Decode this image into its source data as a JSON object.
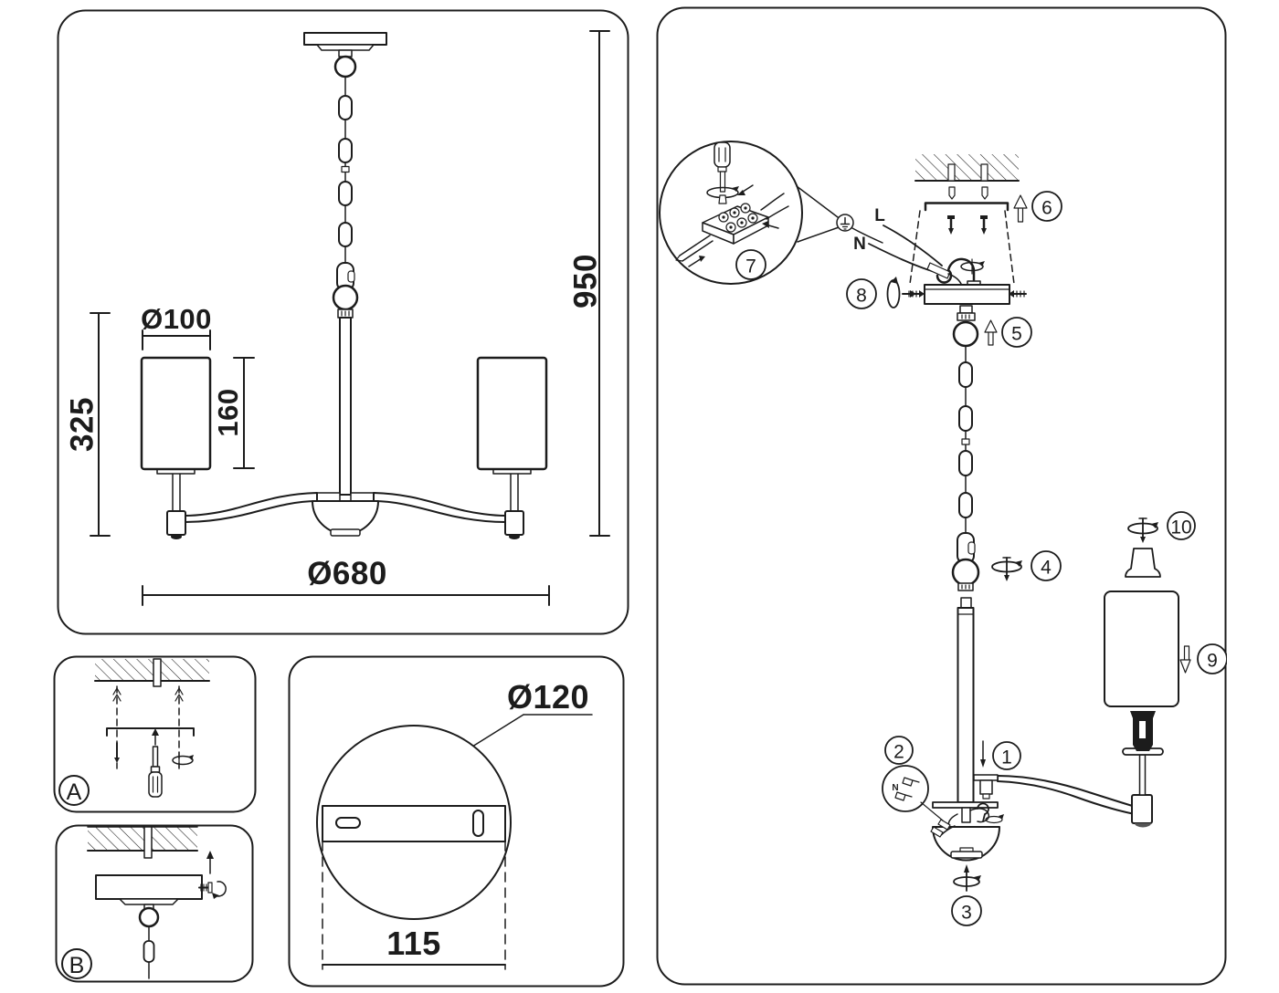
{
  "colors": {
    "line": "#1c1c1c",
    "background": "#ffffff"
  },
  "main_drawing": {
    "shade_diameter": "Ø100",
    "shade_height": "160",
    "fixture_height": "325",
    "overall_height": "950",
    "overall_diameter": "Ø680"
  },
  "detail_a": {
    "label": "A"
  },
  "detail_b": {
    "label": "B"
  },
  "canopy_detail": {
    "diameter": "Ø120",
    "mount_spacing": "115"
  },
  "assembly": {
    "wire_live": "L",
    "wire_neutral": "N",
    "bubble_neutral": "N",
    "steps": [
      "1",
      "2",
      "3",
      "4",
      "5",
      "6",
      "7",
      "8",
      "9",
      "10"
    ]
  }
}
